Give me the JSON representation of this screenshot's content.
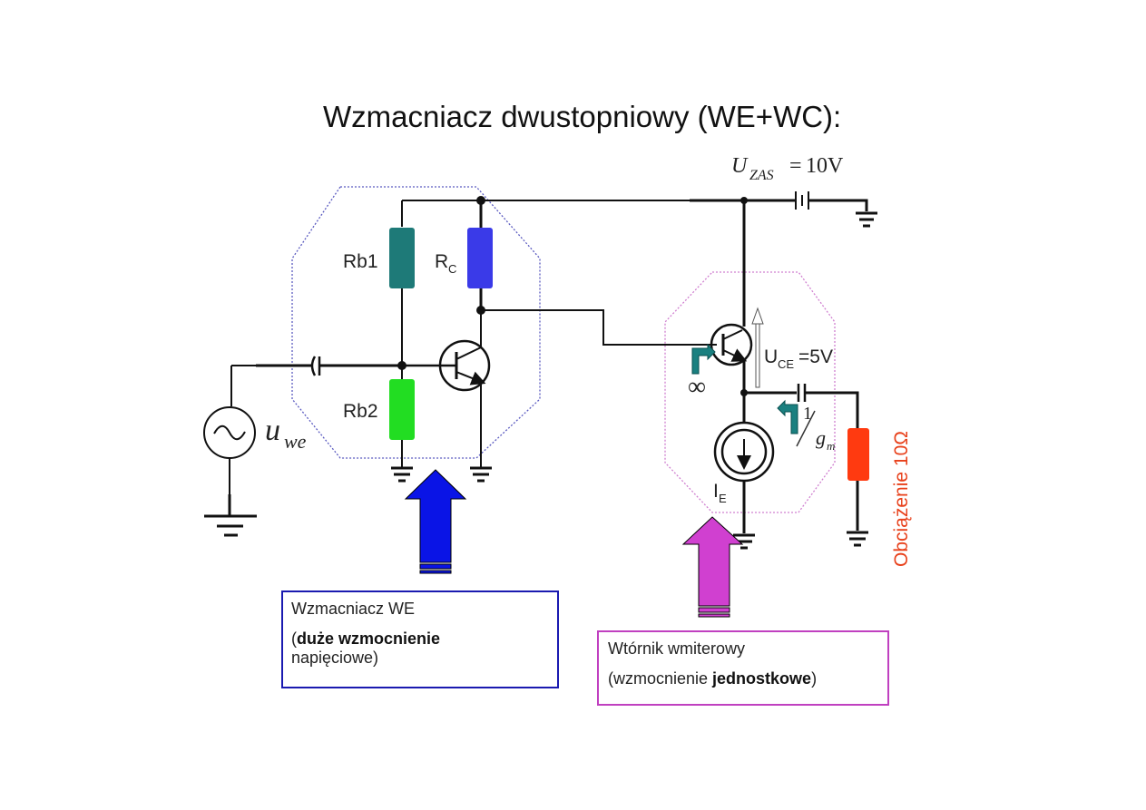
{
  "title": "Wzmacniacz dwustopniowy (WE+WC):",
  "supply": {
    "symbol": "U",
    "subscript": "ZAS",
    "equals": "=",
    "value": "10V"
  },
  "source": {
    "symbol": "u",
    "subscript": "we"
  },
  "components": {
    "rb1": {
      "label": "Rb1",
      "color": "#1e7a78"
    },
    "rc": {
      "label": "R",
      "subscript": "C",
      "color": "#3a3ae8"
    },
    "rb2": {
      "label": "Rb2",
      "color": "#22dd22"
    },
    "load_resistor": {
      "color": "#ff3a10"
    }
  },
  "follower": {
    "uce_symbol": "U",
    "uce_subscript": "CE",
    "uce_value": "=5V",
    "input_impedance": "∞",
    "output_impedance_num": "1",
    "output_impedance_den": "g",
    "output_impedance_den_sub": "m",
    "current_source": {
      "symbol": "I",
      "subscript": "E"
    },
    "indicator_color": "#1a8080"
  },
  "load_label": "Obciążenie 10Ω",
  "load_label_color": "#e8401a",
  "stage_we": {
    "arrow_color": "#0a14e6",
    "border_color": "#1a1ab0",
    "line1": "Wzmacniacz WE",
    "line2_prefix": "(",
    "line2_bold": "duże wzmocnienie",
    "line3": "napięciowe)"
  },
  "stage_wc": {
    "arrow_color": "#d040d0",
    "border_color": "#c040c0",
    "line1": "Wtórnik wmiterowy",
    "line2_prefix": "(wzmocnienie ",
    "line2_bold": "jednostkowe",
    "line2_suffix": ")"
  }
}
